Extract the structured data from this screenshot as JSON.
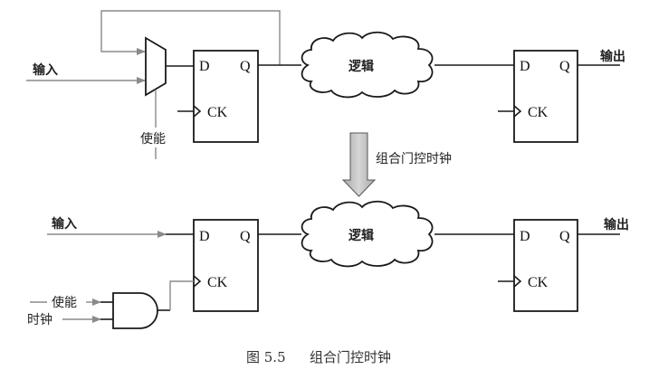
{
  "caption": {
    "figure_number": "图 5.5",
    "title": "组合门控时钟"
  },
  "top_circuit": {
    "input_label": "输入",
    "enable_label": "使能",
    "logic_label": "逻辑",
    "output_label": "输出",
    "ff1": {
      "d": "D",
      "q": "Q",
      "ck": "CK"
    },
    "ff2": {
      "d": "D",
      "q": "Q",
      "ck": "CK"
    }
  },
  "transition": {
    "label": "组合门控时钟"
  },
  "bottom_circuit": {
    "input_label": "输入",
    "enable_label": "使能",
    "clock_label": "时钟",
    "logic_label": "逻辑",
    "output_label": "输出",
    "ff1": {
      "d": "D",
      "q": "Q",
      "ck": "CK"
    },
    "ff2": {
      "d": "D",
      "q": "Q",
      "ck": "CK"
    }
  },
  "colors": {
    "wire": "#1a1a1a",
    "signal_wire": "#8a8a8a",
    "arrow_fill": "#c8c8c8"
  }
}
